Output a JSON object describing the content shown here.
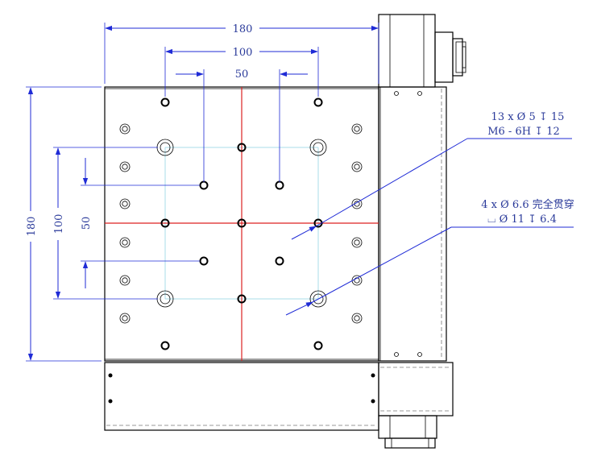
{
  "dimensions": {
    "top_overall": "180",
    "top_hole_span": "100",
    "top_center_span": "50",
    "left_overall": "180",
    "left_hole_span": "100",
    "left_center_span": "50"
  },
  "callouts": {
    "threaded_holes": {
      "line1": "13 x Ø 5 ↧ 15",
      "line2": "M6 - 6H ↧ 12"
    },
    "through_holes": {
      "line1": "4 x Ø 6.6 完全贯穿",
      "line2": "⌴ Ø 11 ↧ 6.4"
    }
  },
  "colors": {
    "dimension": "#1f2bd6",
    "centerline": "#dd2222",
    "grid_line": "#a8dcea",
    "outline": "#000000"
  }
}
